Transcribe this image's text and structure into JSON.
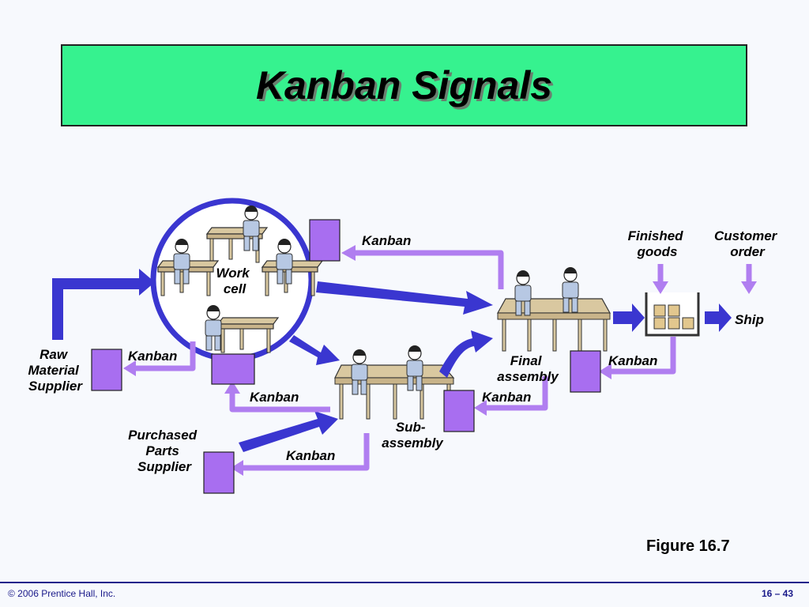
{
  "slide": {
    "title": "Kanban Signals",
    "figure_label": "Figure 16.7",
    "copyright": "© 2006 Prentice Hall, Inc.",
    "page_number": "16 – 43"
  },
  "colors": {
    "title_bg": "#36f28f",
    "flow_arrow": "#3a36d0",
    "kanban_arrow": "#b07ef0",
    "kanban_card": "#a86ef0"
  },
  "labels": {
    "work_cell": [
      "Work",
      "cell"
    ],
    "raw_material": [
      "Raw",
      "Material",
      "Supplier"
    ],
    "purchased_parts": [
      "Purchased",
      "Parts",
      "Supplier"
    ],
    "final_assembly": [
      "Final",
      "assembly"
    ],
    "sub_assembly": [
      "Sub-",
      "assembly"
    ],
    "finished_goods": [
      "Finished",
      "goods"
    ],
    "customer_order": [
      "Customer",
      "order"
    ],
    "ship": "Ship",
    "kanban_top": "Kanban",
    "kanban_raw": "Kanban",
    "kanban_workcell": "Kanban",
    "kanban_purchased": "Kanban",
    "kanban_sub": "Kanban",
    "kanban_finished": "Kanban"
  }
}
